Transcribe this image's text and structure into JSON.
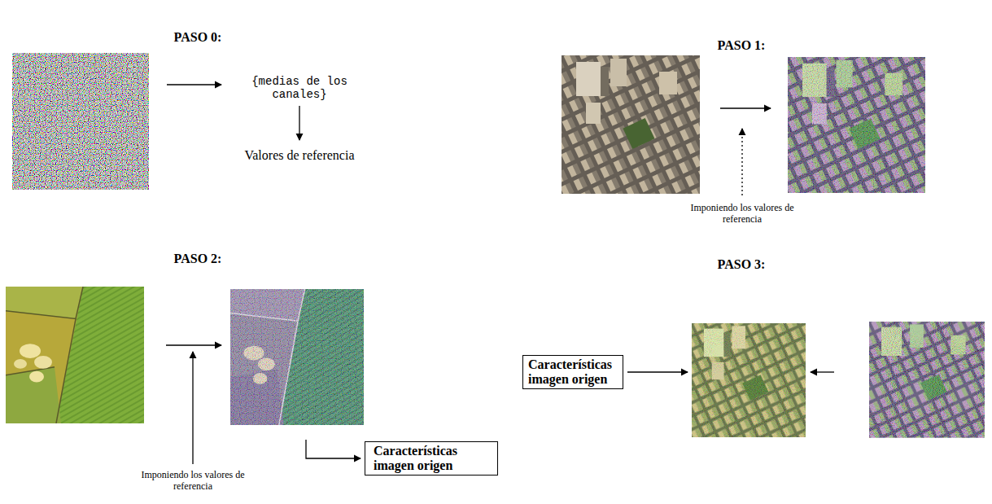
{
  "diagram": {
    "nodes": [
      {
        "text": [
          "Características imagen origen"
        ]
      },
      {
        "text": [
          "Características imagen origen"
        ]
      }
    ],
    "labels": [
      "PASO 0:",
      "{medias de los canales}",
      "Valores de referencia",
      "PASO 1:",
      "Imponiendo los valores de referencia",
      "PASO 2:",
      "Imponiendo los valores de referencia",
      "PASO 3:"
    ]
  }
}
